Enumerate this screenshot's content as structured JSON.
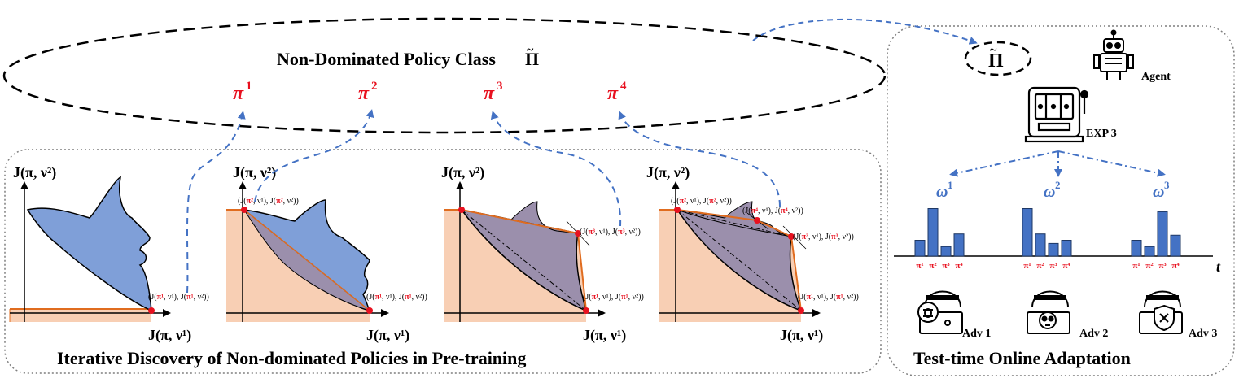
{
  "top": {
    "ellipse_title": "Non-Dominated Policy Class",
    "pi_tilde": "Π",
    "tilde": "~",
    "policies": [
      {
        "base": "π",
        "sup": "1"
      },
      {
        "base": "π",
        "sup": "2"
      },
      {
        "base": "π",
        "sup": "3"
      },
      {
        "base": "π",
        "sup": "4"
      }
    ]
  },
  "pretraining": {
    "title": "Iterative Discovery of Non-dominated Policies in Pre-training",
    "y_axis_label": "J(π, ν²)",
    "x_axis_label": "J(π, ν¹)",
    "point_label_pre": "(J(",
    "point_label_mid1": ", ν¹), J(",
    "point_label_post": ", ν²))",
    "pi1": "π¹",
    "pi2": "π²",
    "pi3": "π³",
    "pi4": "π⁴"
  },
  "adaptation": {
    "title": "Test-time Online Adaptation",
    "pi_tilde": "Π",
    "tilde": "~",
    "agent_label": "Agent",
    "algo_label": "EXP 3",
    "weights": [
      {
        "base": "ω",
        "sup": "1"
      },
      {
        "base": "ω",
        "sup": "2"
      },
      {
        "base": "ω",
        "sup": "3"
      }
    ],
    "bar_tick_labels": [
      "π¹",
      "π²",
      "π³",
      "π⁴"
    ],
    "time_label": "t",
    "bars": [
      [
        0.25,
        0.75,
        0.15,
        0.35
      ],
      [
        0.75,
        0.35,
        0.2,
        0.25
      ],
      [
        0.25,
        0.15,
        0.7,
        0.33
      ]
    ],
    "adversaries": [
      "Adv 1",
      "Adv 2",
      "Adv 3"
    ]
  },
  "colors": {
    "red": "#e8111f",
    "blue": "#4472c4",
    "region_fill": "#7f9fd8",
    "hull_fill": "#f8cfb4",
    "hull_stroke": "#e06c1f",
    "dark_region": "#9b8fac"
  }
}
